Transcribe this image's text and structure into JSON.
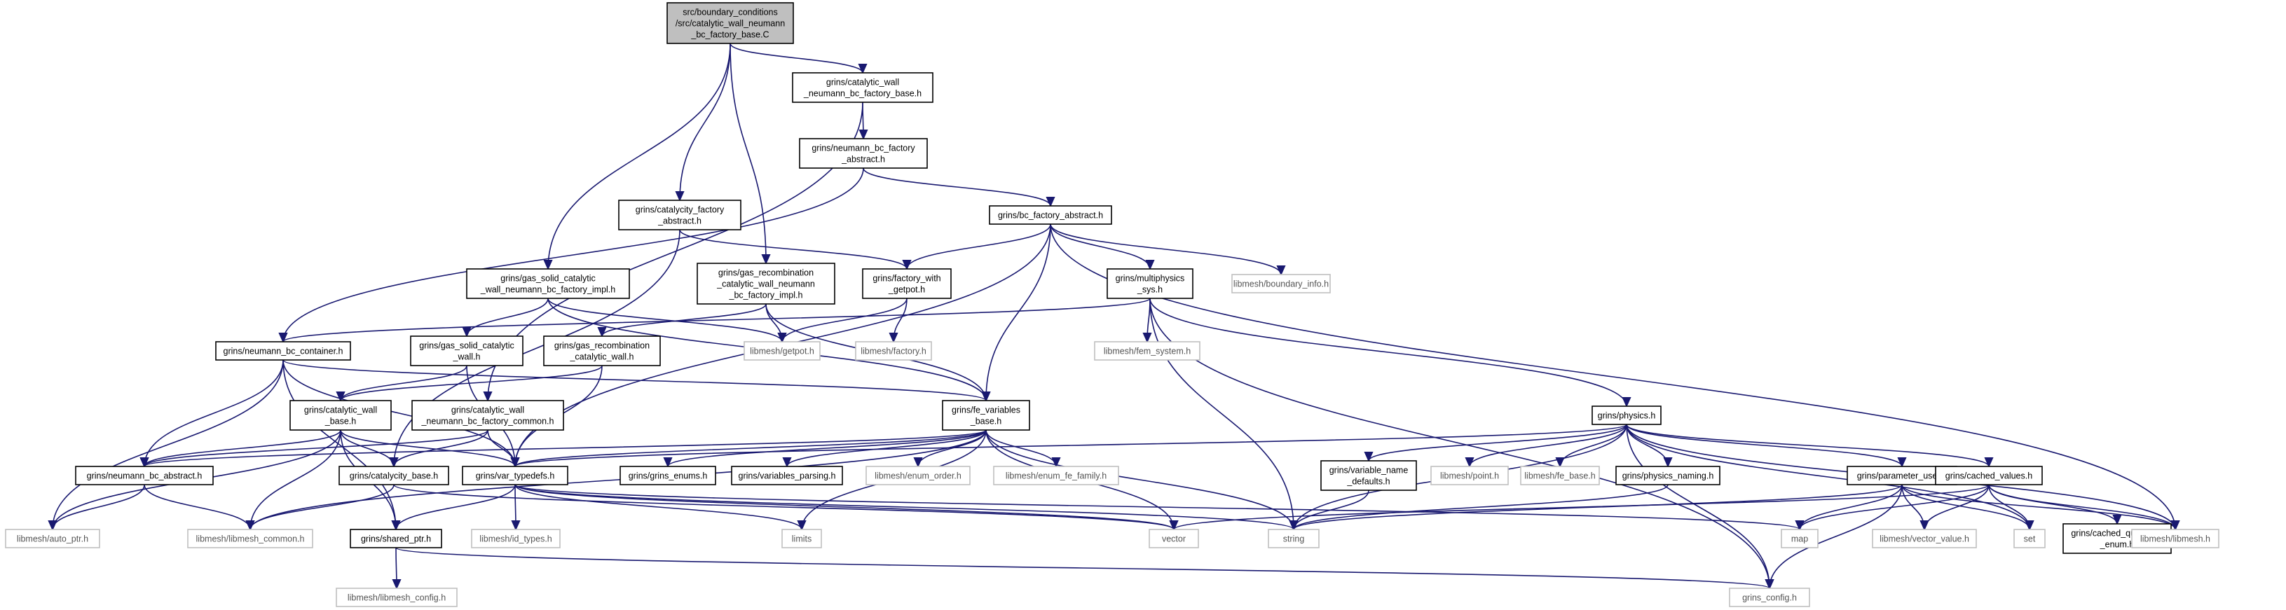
{
  "diagram": {
    "type": "include-dependency-graph",
    "colors": {
      "root_fill": "#bfbfbf",
      "node_fill": "#ffffff",
      "node_border": "#000000",
      "external_border": "#bfbfbf",
      "external_text": "#555555",
      "edge": "#191970"
    },
    "nodes": [
      {
        "id": "root",
        "lines": [
          "src/boundary_conditions",
          "/src/catalytic_wall_neumann",
          "_bc_factory_base.C"
        ],
        "kind": "root"
      },
      {
        "id": "cwnbfb",
        "lines": [
          "grins/catalytic_wall",
          "_neumann_bc_factory_base.h"
        ],
        "kind": "project"
      },
      {
        "id": "nbfa",
        "lines": [
          "grins/neumann_bc_factory",
          "_abstract.h"
        ],
        "kind": "project"
      },
      {
        "id": "cfa",
        "lines": [
          "grins/catalycity_factory",
          "_abstract.h"
        ],
        "kind": "project"
      },
      {
        "id": "bcfa",
        "lines": [
          "grins/bc_factory_abstract.h"
        ],
        "kind": "project"
      },
      {
        "id": "gscwnbfi",
        "lines": [
          "grins/gas_solid_catalytic",
          "_wall_neumann_bc_factory_impl.h"
        ],
        "kind": "project"
      },
      {
        "id": "grcwnbfi",
        "lines": [
          "grins/gas_recombination",
          "_catalytic_wall_neumann",
          "_bc_factory_impl.h"
        ],
        "kind": "project"
      },
      {
        "id": "fwg",
        "lines": [
          "grins/factory_with",
          "_getpot.h"
        ],
        "kind": "project"
      },
      {
        "id": "ms",
        "lines": [
          "grins/multiphysics",
          "_sys.h"
        ],
        "kind": "project"
      },
      {
        "id": "bi",
        "lines": [
          "libmesh/boundary_info.h"
        ],
        "kind": "external"
      },
      {
        "id": "nbc",
        "lines": [
          "grins/neumann_bc_container.h"
        ],
        "kind": "project"
      },
      {
        "id": "gscw",
        "lines": [
          "grins/gas_solid_catalytic",
          "_wall.h"
        ],
        "kind": "project"
      },
      {
        "id": "grcw",
        "lines": [
          "grins/gas_recombination",
          "_catalytic_wall.h"
        ],
        "kind": "project"
      },
      {
        "id": "getpot",
        "lines": [
          "libmesh/getpot.h"
        ],
        "kind": "external"
      },
      {
        "id": "factory",
        "lines": [
          "libmesh/factory.h"
        ],
        "kind": "external"
      },
      {
        "id": "fs",
        "lines": [
          "libmesh/fem_system.h"
        ],
        "kind": "external"
      },
      {
        "id": "cwb",
        "lines": [
          "grins/catalytic_wall",
          "_base.h"
        ],
        "kind": "project"
      },
      {
        "id": "cwnbfc",
        "lines": [
          "grins/catalytic_wall",
          "_neumann_bc_factory_common.h"
        ],
        "kind": "project"
      },
      {
        "id": "fvb",
        "lines": [
          "grins/fe_variables",
          "_base.h"
        ],
        "kind": "project"
      },
      {
        "id": "physics",
        "lines": [
          "grins/physics.h"
        ],
        "kind": "project"
      },
      {
        "id": "nba",
        "lines": [
          "grins/neumann_bc_abstract.h"
        ],
        "kind": "project"
      },
      {
        "id": "cb",
        "lines": [
          "grins/catalycity_base.h"
        ],
        "kind": "project"
      },
      {
        "id": "vt",
        "lines": [
          "grins/var_typedefs.h"
        ],
        "kind": "project"
      },
      {
        "id": "ge",
        "lines": [
          "grins/grins_enums.h"
        ],
        "kind": "project"
      },
      {
        "id": "vp",
        "lines": [
          "grins/variables_parsing.h"
        ],
        "kind": "project"
      },
      {
        "id": "eo",
        "lines": [
          "libmesh/enum_order.h"
        ],
        "kind": "external"
      },
      {
        "id": "eff",
        "lines": [
          "libmesh/enum_fe_family.h"
        ],
        "kind": "external"
      },
      {
        "id": "vnd",
        "lines": [
          "grins/variable_name",
          "_defaults.h"
        ],
        "kind": "project"
      },
      {
        "id": "point",
        "lines": [
          "libmesh/point.h"
        ],
        "kind": "external"
      },
      {
        "id": "feb",
        "lines": [
          "libmesh/fe_base.h"
        ],
        "kind": "external"
      },
      {
        "id": "pn",
        "lines": [
          "grins/physics_naming.h"
        ],
        "kind": "project"
      },
      {
        "id": "pu",
        "lines": [
          "grins/parameter_user.h"
        ],
        "kind": "project"
      },
      {
        "id": "cv",
        "lines": [
          "grins/cached_values.h"
        ],
        "kind": "project"
      },
      {
        "id": "ap",
        "lines": [
          "libmesh/auto_ptr.h"
        ],
        "kind": "external"
      },
      {
        "id": "lc",
        "lines": [
          "libmesh/libmesh_common.h"
        ],
        "kind": "external"
      },
      {
        "id": "sp",
        "lines": [
          "grins/shared_ptr.h"
        ],
        "kind": "project"
      },
      {
        "id": "it",
        "lines": [
          "libmesh/id_types.h"
        ],
        "kind": "external"
      },
      {
        "id": "limits",
        "lines": [
          "limits"
        ],
        "kind": "external"
      },
      {
        "id": "vector",
        "lines": [
          "vector"
        ],
        "kind": "external"
      },
      {
        "id": "string",
        "lines": [
          "string"
        ],
        "kind": "external"
      },
      {
        "id": "map",
        "lines": [
          "map"
        ],
        "kind": "external"
      },
      {
        "id": "vv",
        "lines": [
          "libmesh/vector_value.h"
        ],
        "kind": "external"
      },
      {
        "id": "set",
        "lines": [
          "set"
        ],
        "kind": "external"
      },
      {
        "id": "cqe",
        "lines": [
          "grins/cached_quantities",
          "_enum.h"
        ],
        "kind": "project"
      },
      {
        "id": "lm",
        "lines": [
          "libmesh/libmesh.h"
        ],
        "kind": "external"
      },
      {
        "id": "lmc",
        "lines": [
          "libmesh/libmesh_config.h"
        ],
        "kind": "external"
      },
      {
        "id": "gc",
        "lines": [
          "grins_config.h"
        ],
        "kind": "external"
      }
    ],
    "edges": [
      [
        "root",
        "cwnbfb"
      ],
      [
        "root",
        "cfa"
      ],
      [
        "root",
        "gscwnbfi"
      ],
      [
        "root",
        "grcwnbfi"
      ],
      [
        "cwnbfb",
        "nbfa"
      ],
      [
        "cwnbfb",
        "cwnbfc"
      ],
      [
        "nbfa",
        "bcfa"
      ],
      [
        "nbfa",
        "nbc"
      ],
      [
        "cfa",
        "fwg"
      ],
      [
        "cfa",
        "cb"
      ],
      [
        "bcfa",
        "fwg"
      ],
      [
        "bcfa",
        "ms"
      ],
      [
        "bcfa",
        "bi"
      ],
      [
        "bcfa",
        "fvb"
      ],
      [
        "bcfa",
        "vt"
      ],
      [
        "bcfa",
        "lm"
      ],
      [
        "gscwnbfi",
        "gscw"
      ],
      [
        "gscwnbfi",
        "getpot"
      ],
      [
        "gscwnbfi",
        "fvb"
      ],
      [
        "grcwnbfi",
        "grcw"
      ],
      [
        "grcwnbfi",
        "getpot"
      ],
      [
        "grcwnbfi",
        "fvb"
      ],
      [
        "fwg",
        "getpot"
      ],
      [
        "fwg",
        "factory"
      ],
      [
        "ms",
        "nbc"
      ],
      [
        "ms",
        "fs"
      ],
      [
        "ms",
        "physics"
      ],
      [
        "ms",
        "string"
      ],
      [
        "ms",
        "gc"
      ],
      [
        "nbc",
        "nba"
      ],
      [
        "nbc",
        "fvb"
      ],
      [
        "nbc",
        "vt"
      ],
      [
        "nbc",
        "sp"
      ],
      [
        "nbc",
        "ap"
      ],
      [
        "gscw",
        "cwb"
      ],
      [
        "gscw",
        "vt"
      ],
      [
        "grcw",
        "cwb"
      ],
      [
        "grcw",
        "vt"
      ],
      [
        "cwb",
        "nba"
      ],
      [
        "cwb",
        "cb"
      ],
      [
        "cwb",
        "vt"
      ],
      [
        "cwb",
        "sp"
      ],
      [
        "cwb",
        "lc"
      ],
      [
        "cwb",
        "ap"
      ],
      [
        "cwnbfc",
        "nba"
      ],
      [
        "cwnbfc",
        "cb"
      ],
      [
        "cwnbfc",
        "vt"
      ],
      [
        "fvb",
        "vt"
      ],
      [
        "fvb",
        "ge"
      ],
      [
        "fvb",
        "vp"
      ],
      [
        "fvb",
        "eo"
      ],
      [
        "fvb",
        "eff"
      ],
      [
        "fvb",
        "limits"
      ],
      [
        "fvb",
        "vector"
      ],
      [
        "fvb",
        "string"
      ],
      [
        "fvb",
        "lc"
      ],
      [
        "fvb",
        "nba"
      ],
      [
        "physics",
        "vt"
      ],
      [
        "physics",
        "vnd"
      ],
      [
        "physics",
        "point"
      ],
      [
        "physics",
        "feb"
      ],
      [
        "physics",
        "pn"
      ],
      [
        "physics",
        "pu"
      ],
      [
        "physics",
        "cv"
      ],
      [
        "physics",
        "string"
      ],
      [
        "physics",
        "gc"
      ],
      [
        "physics",
        "lm"
      ],
      [
        "physics",
        "set"
      ],
      [
        "nba",
        "ap"
      ],
      [
        "nba",
        "lc"
      ],
      [
        "cb",
        "lc"
      ],
      [
        "cb",
        "vector"
      ],
      [
        "vt",
        "sp"
      ],
      [
        "vt",
        "it"
      ],
      [
        "vt",
        "limits"
      ],
      [
        "vt",
        "string"
      ],
      [
        "vt",
        "map"
      ],
      [
        "vt",
        "vector"
      ],
      [
        "vnd",
        "string"
      ],
      [
        "pn",
        "string"
      ],
      [
        "pu",
        "string"
      ],
      [
        "pu",
        "map"
      ],
      [
        "pu",
        "vv"
      ],
      [
        "pu",
        "set"
      ],
      [
        "pu",
        "lm"
      ],
      [
        "pu",
        "gc"
      ],
      [
        "cv",
        "vector"
      ],
      [
        "cv",
        "map"
      ],
      [
        "cv",
        "vv"
      ],
      [
        "cv",
        "set"
      ],
      [
        "cv",
        "cqe"
      ],
      [
        "cv",
        "lm"
      ],
      [
        "sp",
        "lmc"
      ],
      [
        "sp",
        "gc"
      ]
    ]
  }
}
